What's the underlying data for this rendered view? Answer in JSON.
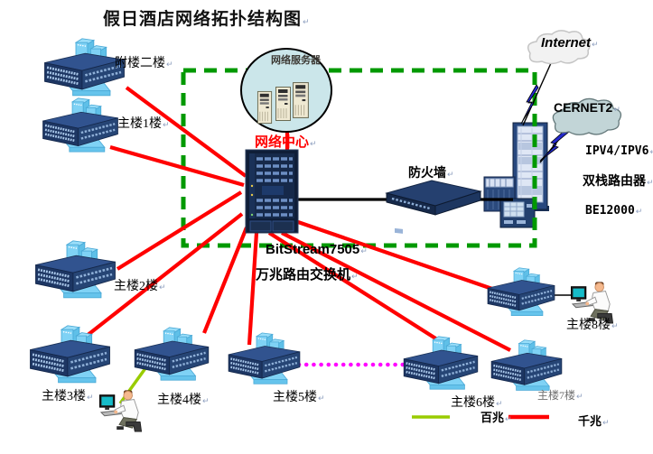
{
  "title": "假日酒店网络拓扑结构图",
  "glyphs": {
    "return_mark": "↵"
  },
  "center": {
    "label": "网络中心",
    "servers_label": "网络服务器",
    "device_model": "BitStream7505",
    "device_type": "万兆路由交换机"
  },
  "edge": {
    "firewall_label": "防火墙",
    "internet_label": "Internet",
    "cernet_label": "CERNET2",
    "router_line1": "IPV4/IPV6",
    "router_line2": "双栈路由器",
    "router_line3": "BE12000"
  },
  "nodes": [
    {
      "label": "附楼二楼"
    },
    {
      "label": "主楼1楼"
    },
    {
      "label": "主楼2楼"
    },
    {
      "label": "主楼3楼"
    },
    {
      "label": "主楼4楼"
    },
    {
      "label": "主楼5楼"
    },
    {
      "label": "主楼6楼"
    },
    {
      "label": "主楼7楼"
    },
    {
      "label": "主楼8楼"
    }
  ],
  "legend": {
    "fast_label": "百兆",
    "fast_color": "#99cc00",
    "giga_label": "千兆",
    "giga_color": "#ff0000"
  },
  "colors": {
    "border_dash": "#009900",
    "trunk_dotted": "#ff00ff",
    "link_black": "#000000"
  }
}
